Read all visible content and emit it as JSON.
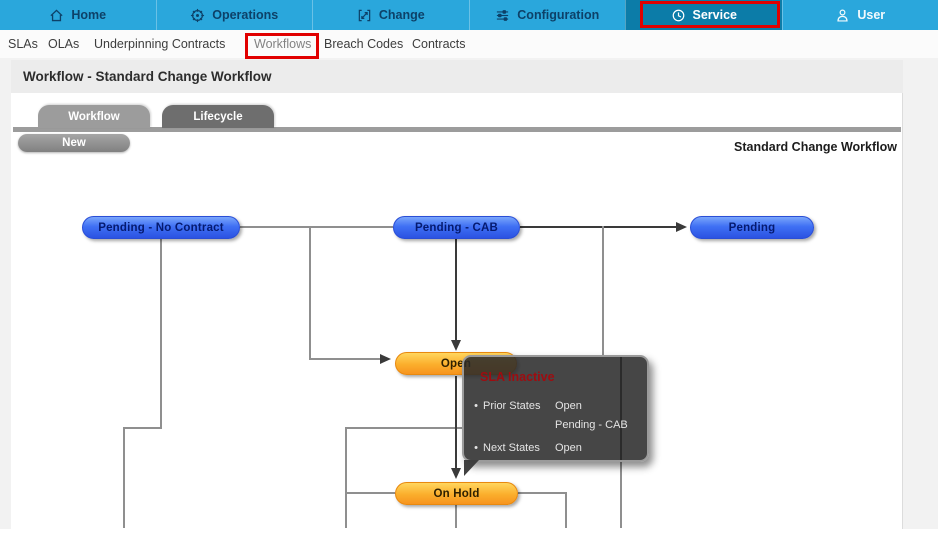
{
  "nav": {
    "items": [
      {
        "label": "Home",
        "icon": "home-icon"
      },
      {
        "label": "Operations",
        "icon": "operations-icon"
      },
      {
        "label": "Change",
        "icon": "change-icon"
      },
      {
        "label": "Configuration",
        "icon": "configuration-icon"
      },
      {
        "label": "Service",
        "icon": "service-icon",
        "selected": true,
        "highlighted": true
      },
      {
        "label": "User",
        "icon": "user-icon"
      }
    ]
  },
  "subnav": {
    "items": [
      {
        "label": "SLAs"
      },
      {
        "label": "OLAs"
      },
      {
        "label": "Underpinning Contracts"
      },
      {
        "label": "Workflows",
        "highlighted": true
      },
      {
        "label": "Breach Codes"
      },
      {
        "label": "Contracts"
      }
    ]
  },
  "page": {
    "title": "Workflow - Standard Change Workflow"
  },
  "tabs": [
    {
      "label": "Workflow",
      "active": true
    },
    {
      "label": "Lifecycle",
      "active": false
    }
  ],
  "toolbar": {
    "new_label": "New",
    "workflow_name": "Standard Change Workflow"
  },
  "diagram": {
    "nodes": [
      {
        "id": "pending-no-contract",
        "label": "Pending - No Contract",
        "type": "blue"
      },
      {
        "id": "pending-cab",
        "label": "Pending - CAB",
        "type": "blue"
      },
      {
        "id": "pending",
        "label": "Pending",
        "type": "blue"
      },
      {
        "id": "open",
        "label": "Open",
        "type": "orange"
      },
      {
        "id": "on-hold",
        "label": "On Hold",
        "type": "orange"
      }
    ]
  },
  "tooltip": {
    "title": "SLA Inactive",
    "rows": [
      {
        "label": "Prior States",
        "values": [
          "Open",
          "Pending - CAB"
        ]
      },
      {
        "label": "Next States",
        "values": [
          "Open"
        ]
      }
    ]
  },
  "colors": {
    "navbar_bg": "#2aa7dc",
    "navbar_selected_bg": "#0c7ca8",
    "highlight_red": "#e10000",
    "node_blue": "#3f70f4",
    "node_orange": "#fbae2c",
    "tooltip_bg": "#464646",
    "tooltip_title_red": "#9e0c10"
  }
}
